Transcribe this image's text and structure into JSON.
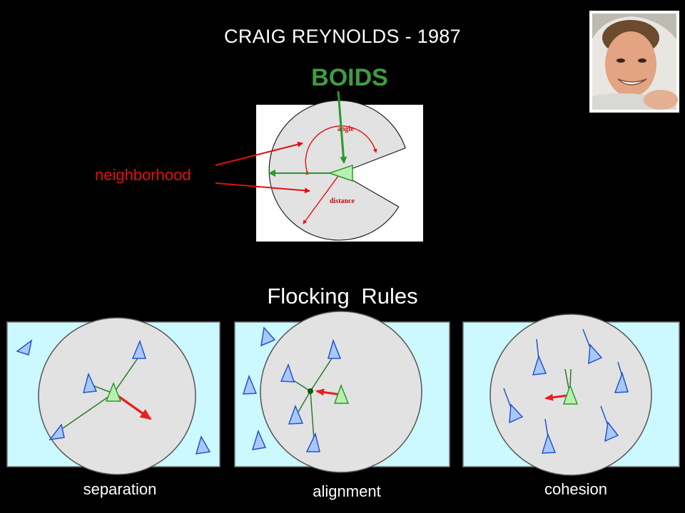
{
  "header": {
    "title": "CRAIG REYNOLDS - 1987"
  },
  "boids": {
    "title": "BOIDS",
    "label_neighborhood": "neighborhood",
    "label_angle": "angle",
    "label_distance": "distance"
  },
  "flocking": {
    "title": "Flocking  Rules",
    "panels": [
      {
        "caption": "separation"
      },
      {
        "caption": "alignment"
      },
      {
        "caption": "cohesion"
      }
    ]
  },
  "colors": {
    "background": "#000000",
    "accent_green": "#3f9d3f",
    "label_red": "#e01010",
    "panel_bg": "#ccf8ff",
    "neighborhood_fill": "#e2e2e2",
    "boid_blue": "#a8c8ff",
    "boid_green": "#b8f0b0"
  }
}
